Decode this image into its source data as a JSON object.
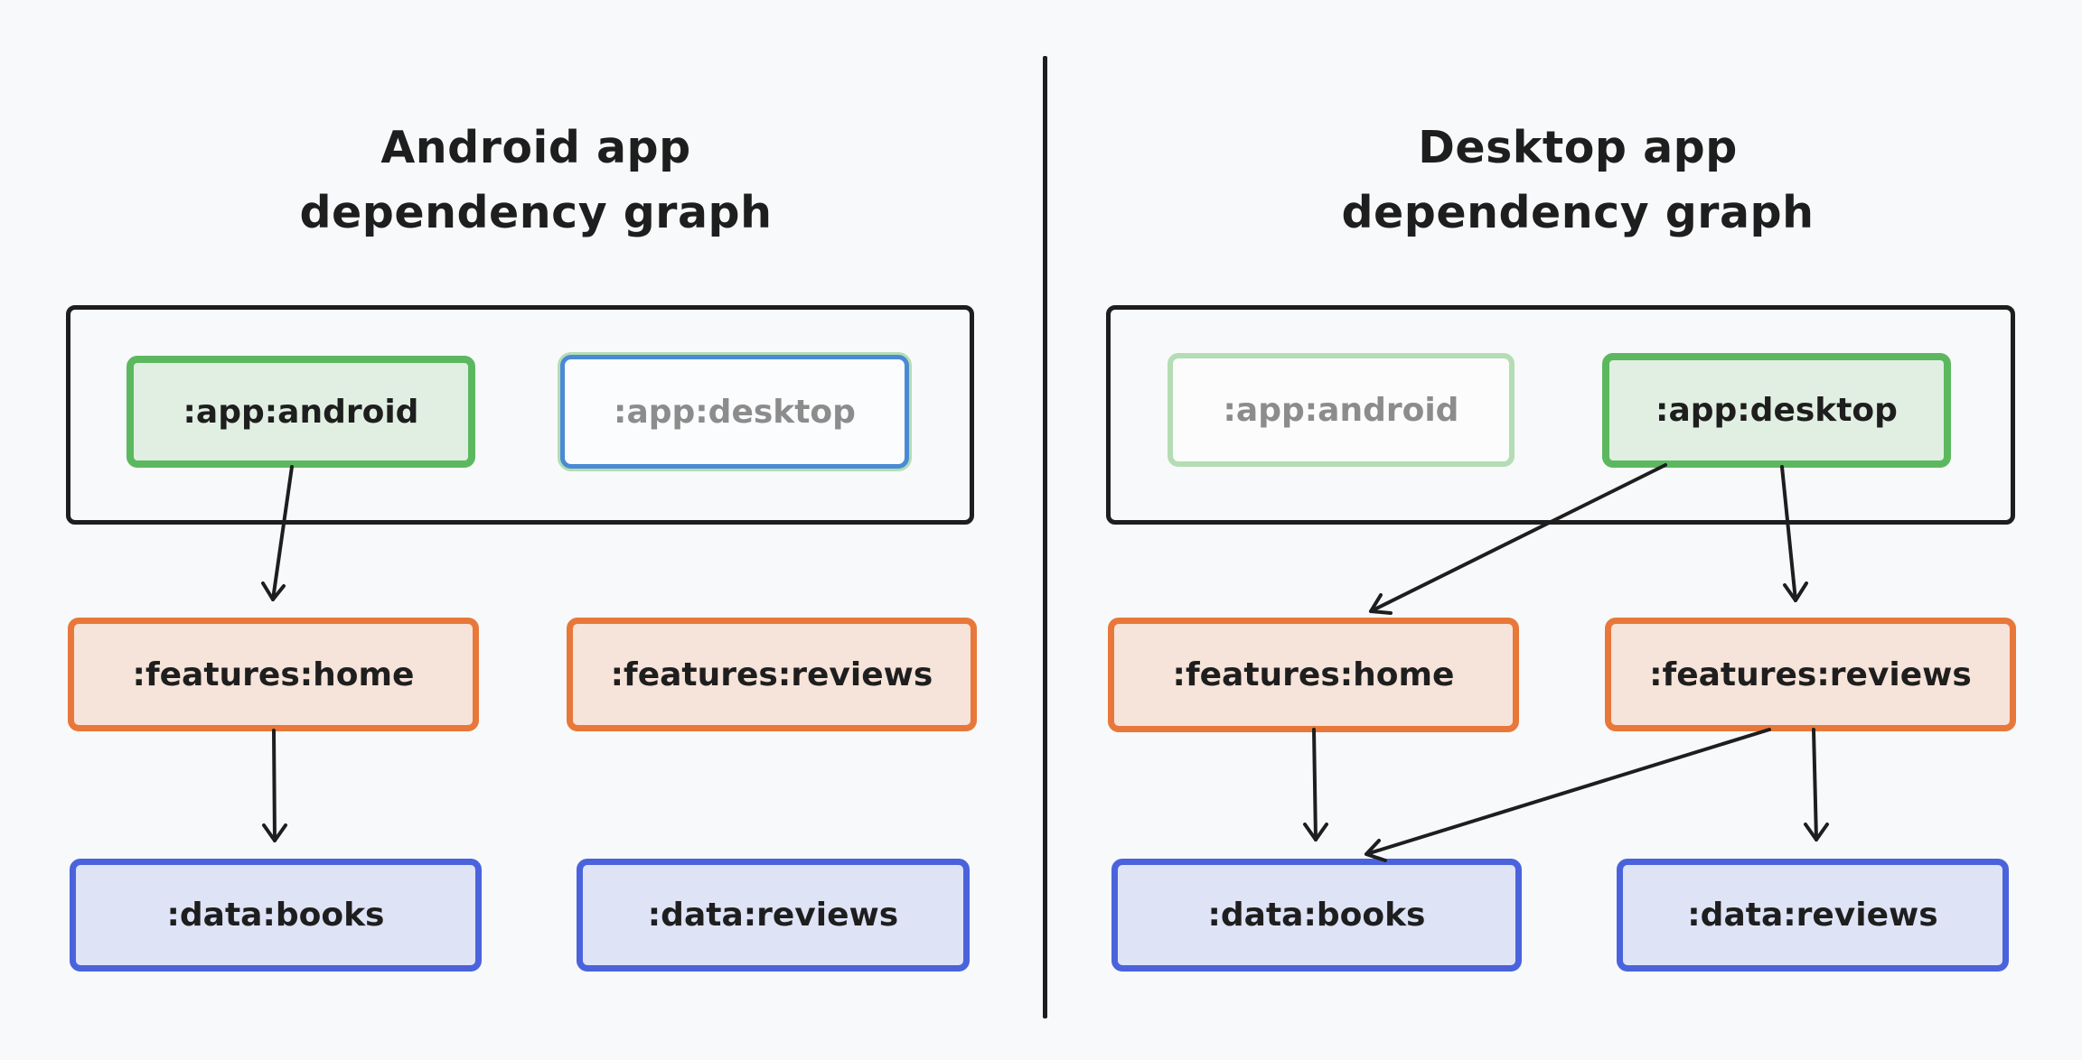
{
  "left": {
    "title_line1": "Android app",
    "title_line2": "dependency graph",
    "app_android": ":app:android",
    "app_desktop": ":app:desktop",
    "features_home": ":features:home",
    "features_reviews": ":features:reviews",
    "data_books": ":data:books",
    "data_reviews": ":data:reviews"
  },
  "right": {
    "title_line1": "Desktop app",
    "title_line2": "dependency graph",
    "app_android": ":app:android",
    "app_desktop": ":app:desktop",
    "features_home": ":features:home",
    "features_reviews": ":features:reviews",
    "data_books": ":data:books",
    "data_reviews": ":data:reviews"
  },
  "colors": {
    "app_module": "#5cb85f",
    "app_module_fill": "#e0efe1",
    "feature_module": "#e8783a",
    "feature_module_fill": "#f6e3d9",
    "data_module": "#4a63dd",
    "data_module_fill": "#dfe3f6",
    "ink": "#1e1e1e"
  }
}
